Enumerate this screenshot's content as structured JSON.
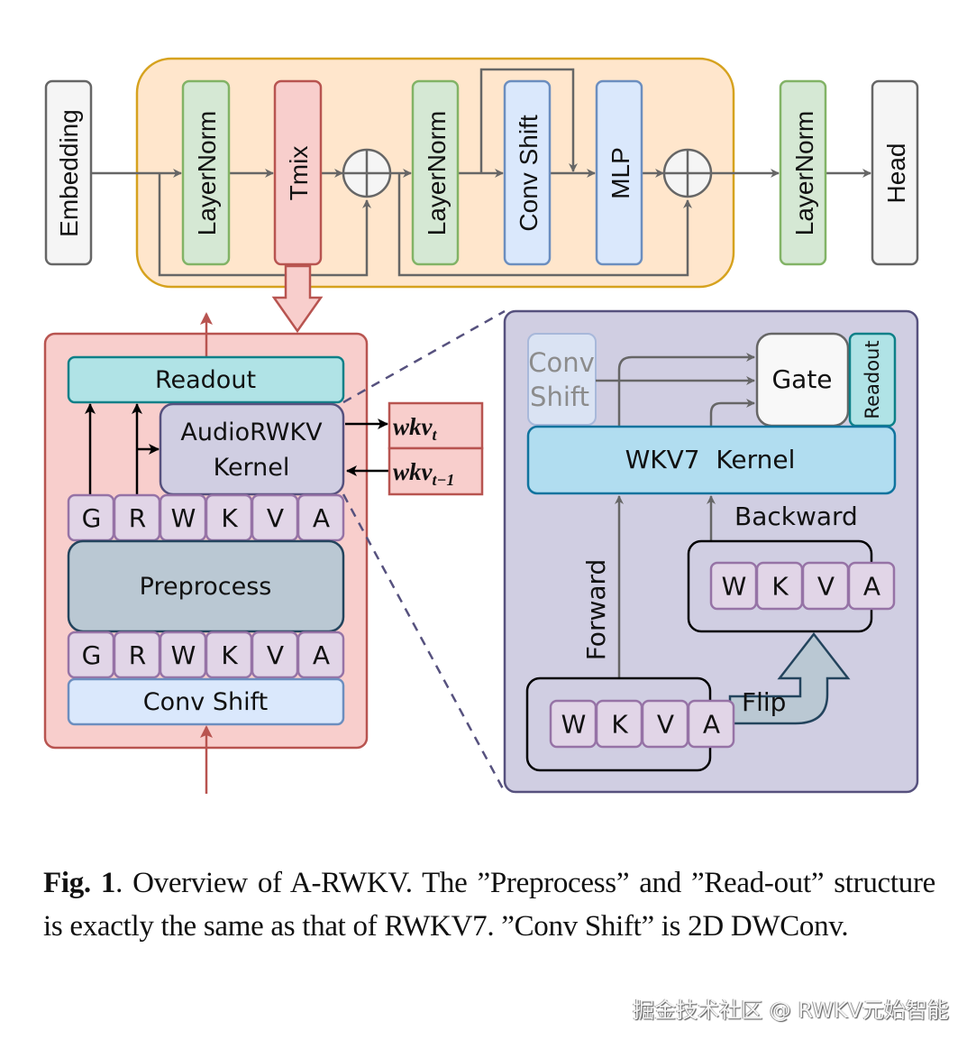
{
  "top_pipeline": {
    "embedding": "Embedding",
    "layernorm_1": "LayerNorm",
    "tmix": "Tmix",
    "layernorm_2": "LayerNorm",
    "conv_shift": "Conv Shift",
    "mlp": "MLP",
    "layernorm_final": "LayerNorm",
    "head": "Head"
  },
  "left_block": {
    "readout": "Readout",
    "kernel_line1": "AudioRWKV",
    "kernel_line2": "Kernel",
    "top_tokens": [
      "G",
      "R",
      "W",
      "K",
      "V",
      "A"
    ],
    "preprocess": "Preprocess",
    "bottom_tokens": [
      "G",
      "R",
      "W",
      "K",
      "V",
      "A"
    ],
    "conv_shift": "Conv Shift",
    "state_out": "wkv",
    "state_out_sub": "t",
    "state_in": "wkv",
    "state_in_sub": "t−1"
  },
  "right_block": {
    "conv_line1": "Conv",
    "conv_line2": "Shift",
    "gate": "Gate",
    "readout": "Readout",
    "kernel": "WKV7  Kernel",
    "backward": "Backward",
    "forward": "Forward",
    "flip": "Flip",
    "backward_tokens": [
      "W",
      "K",
      "V",
      "A"
    ],
    "forward_tokens": [
      "W",
      "K",
      "V",
      "A"
    ]
  },
  "caption": {
    "label": "Fig. 1",
    "text": ". Overview of A-RWKV. The ”Preprocess” and ”Read-out” structure is exactly the same as that of RWKV7. ”Conv Shift” is 2D DWConv."
  },
  "watermark": "掘金技术社区 @ RWKV元始智能",
  "colors": {
    "block_bg": "#ffe6cc",
    "block_border": "#d6a21e",
    "layernorm_bg": "#d5e8d4",
    "layernorm_border": "#82b366",
    "tmix_bg": "#f8cecc",
    "tmix_border": "#b85450",
    "blue_bg": "#dae8fc",
    "blue_border": "#6c8ebf",
    "gray_bg": "#f5f5f5",
    "gray_border": "#666666",
    "readout_bg": "#b0e3e6",
    "readout_border": "#0e8088",
    "kernel_bg": "#d0cee2",
    "kernel_border": "#56517e",
    "token_bg": "#e1d5e7",
    "token_border": "#9673a6",
    "preprocess_bg": "#bac8d3",
    "preprocess_border": "#23445d",
    "wkv7_bg": "#b1ddf0",
    "wkv7_border": "#10739e"
  }
}
